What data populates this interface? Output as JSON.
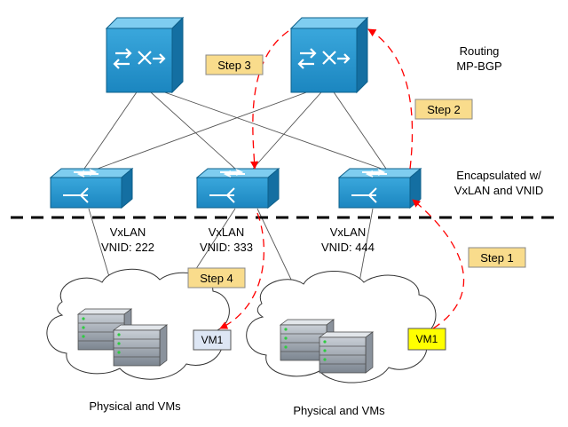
{
  "labels": {
    "routing_line1": "Routing",
    "routing_line2": "MP-BGP",
    "encap_line1": "Encapsulated w/",
    "encap_line2": "VxLAN and VNID",
    "left_vxlan": "VxLAN",
    "left_vnid": "VNID: 222",
    "mid_vxlan": "VxLAN",
    "mid_vnid": "VNID: 333",
    "right_vxlan": "VxLAN",
    "right_vnid": "VNID: 444",
    "cloud_left": "Physical and VMs",
    "cloud_right": "Physical and VMs"
  },
  "steps": {
    "step1": "Step 1",
    "step2": "Step 2",
    "step3": "Step 3",
    "step4": "Step 4"
  },
  "vms": {
    "vm_left": "VM1",
    "vm_right": "VM1"
  },
  "colors": {
    "device_blue": "#1e90c8",
    "device_blue_light": "#4fb6e6",
    "step_fill": "#f9dc8c",
    "vm_left_fill": "#dde6f4",
    "vm_right_fill": "#ffff00",
    "arrow_red": "#ff0000"
  },
  "icons": {
    "spine": "router-icon",
    "leaf": "switch-icon",
    "server": "server-icon",
    "cloud": "cloud-icon"
  }
}
